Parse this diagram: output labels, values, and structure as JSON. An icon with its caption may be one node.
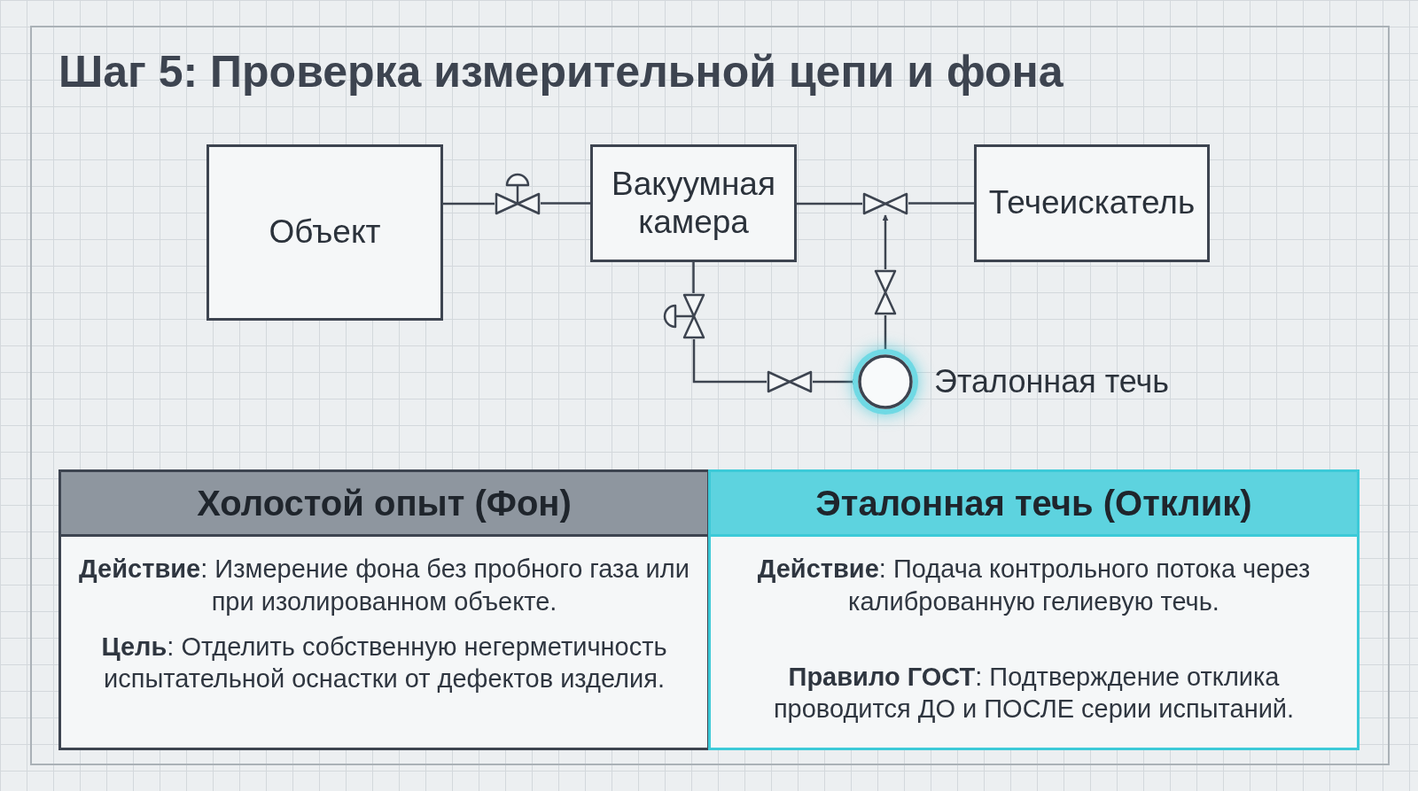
{
  "diagram": {
    "title": "Шаг 5: Проверка измерительной цепи и фона",
    "nodes": [
      {
        "text": [
          "Объект"
        ]
      },
      {
        "text": [],
        "shape": "valve"
      },
      {
        "text": [
          "Вакуумная камера"
        ]
      },
      {
        "text": [],
        "shape": "valve"
      },
      {
        "text": [
          "Течеискатель"
        ]
      },
      {
        "text": [],
        "shape": "valve"
      },
      {
        "text": [],
        "shape": "valve"
      },
      {
        "text": [],
        "shape": "valve"
      },
      {
        "text": [],
        "shape": "circle",
        "beside": [
          "Эталонная течь"
        ]
      },
      {
        "text": [
          "Холостой опыт (Фон)",
          "**Действие**: Измерение фона без пробного газа или при изолированном объекте.",
          "**Цель**: Отделить собственную негерметичность испытательной оснастки от дефектов изделия."
        ]
      },
      {
        "text": [
          "Эталонная течь (Отклик)",
          "**Действие**: Подача контрольного потока через калиброванную гелиевую течь.",
          "**Правило ГОСТ**: Подтверждение отклика проводится ДО и ПОСЛЕ серии испытаний."
        ]
      }
    ],
    "edges": [
      {
        "from": 0,
        "to": 1,
        "arrow": "none"
      },
      {
        "from": 1,
        "to": 2,
        "arrow": "none"
      },
      {
        "from": 2,
        "to": 3,
        "arrow": "none"
      },
      {
        "from": 3,
        "to": 4,
        "arrow": "none"
      },
      {
        "from": 2,
        "to": 6,
        "arrow": "none"
      },
      {
        "from": 6,
        "to": 7,
        "arrow": "none"
      },
      {
        "from": 7,
        "to": 8,
        "arrow": "to"
      },
      {
        "from": 8,
        "to": 5,
        "arrow": "none"
      },
      {
        "from": 5,
        "to": 3,
        "arrow": "to"
      }
    ]
  }
}
